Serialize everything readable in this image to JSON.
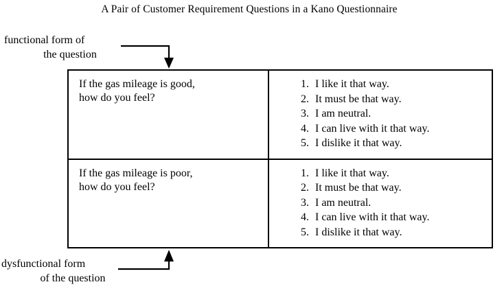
{
  "figure": {
    "title": "A Pair of Customer Requirement Questions in a Kano Questionnaire",
    "background_color": "#ffffff",
    "ink_color": "#000000"
  },
  "annotations": {
    "functional": {
      "line_1": "functional form of",
      "line_2": "the question"
    },
    "dysfunctional": {
      "line_1": "dysfunctional form",
      "line_2": "of the question"
    }
  },
  "table": {
    "rows": [
      {
        "question": {
          "line_1": "If the gas mileage is good,",
          "line_2": "how do you feel?"
        },
        "answers": [
          {
            "number": "1.",
            "text": "I like it that way."
          },
          {
            "number": "2.",
            "text": "It must be that way."
          },
          {
            "number": "3.",
            "text": "I am neutral."
          },
          {
            "number": "4.",
            "text": "I can live with it that way."
          },
          {
            "number": "5.",
            "text": "I dislike it that way."
          }
        ]
      },
      {
        "question": {
          "line_1": "If the gas mileage is poor,",
          "line_2": "how do you feel?"
        },
        "answers": [
          {
            "number": "1.",
            "text": "I like it that way."
          },
          {
            "number": "2.",
            "text": "It must be that way."
          },
          {
            "number": "3.",
            "text": "I am neutral."
          },
          {
            "number": "4.",
            "text": "I can live with it that way."
          },
          {
            "number": "5.",
            "text": "I dislike it that way."
          }
        ]
      }
    ]
  }
}
